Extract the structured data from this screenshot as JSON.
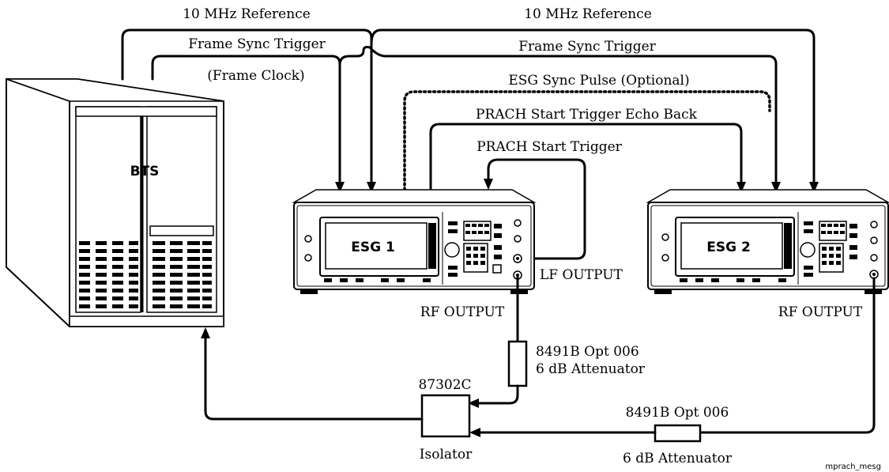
{
  "devices": {
    "bts": "BTS",
    "esg1": "ESG 1",
    "esg2": "ESG 2",
    "isolator_model": "87302C",
    "isolator": "Isolator"
  },
  "signals": {
    "ref_left": "10 MHz Reference",
    "ref_right": "10 MHz Reference",
    "frame_sync_left": "Frame Sync Trigger",
    "frame_clock": "(Frame Clock)",
    "frame_sync_right": "Frame Sync Trigger",
    "esg_sync": "ESG Sync Pulse (Optional)",
    "prach_echo": "PRACH Start Trigger Echo Back",
    "prach_start": "PRACH Start Trigger"
  },
  "ports": {
    "lf_output": "LF OUTPUT",
    "rf_output_1": "RF OUTPUT",
    "rf_output_2": "RF OUTPUT"
  },
  "attenuators": {
    "att1_model": "8491B Opt 006",
    "att1_desc": "6 dB Attenuator",
    "att2_model": "8491B Opt 006",
    "att2_desc": "6 dB Attenuator"
  },
  "figure_id": "mprach_mesg"
}
